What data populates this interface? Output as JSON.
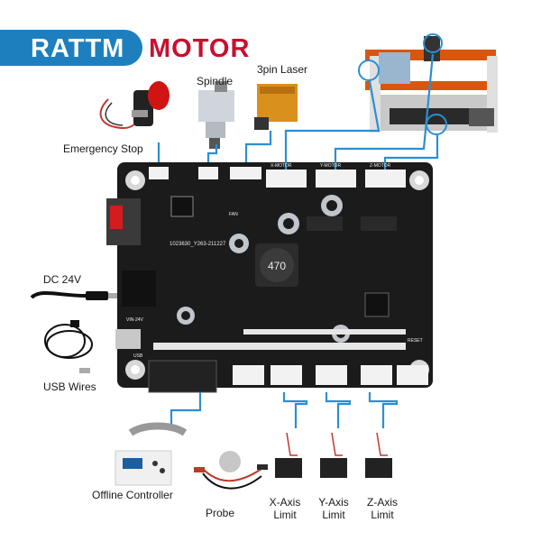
{
  "brand": {
    "part1": "RATTM",
    "part2": "MOTOR"
  },
  "labels": {
    "spindle": "Spindle",
    "laser": "3pin Laser",
    "emergency_stop": "Emergency Stop",
    "dc": "DC 24V",
    "usb": "USB Wires",
    "offline": "Offline Controller",
    "probe": "Probe",
    "x_axis_1": "X-Axis",
    "x_axis_2": "Limit",
    "y_axis_1": "Y-Axis",
    "y_axis_2": "Limit",
    "z_axis_1": "Z-Axis",
    "z_axis_2": "Limit"
  },
  "board": {
    "inductor_marking": "470",
    "part_number": "1023630_Y263-211227",
    "header_labels": [
      "X-MOTOR",
      "Y-MOTOR",
      "Z-MOTOR",
      "FAN",
      "USB",
      "VIN-24V",
      "RESET"
    ]
  },
  "colors": {
    "brand_blue": "#1e7fbf",
    "brand_red": "#c8102e",
    "wire_blue": "#2b8fd1",
    "pcb": "#1b1b1b"
  }
}
